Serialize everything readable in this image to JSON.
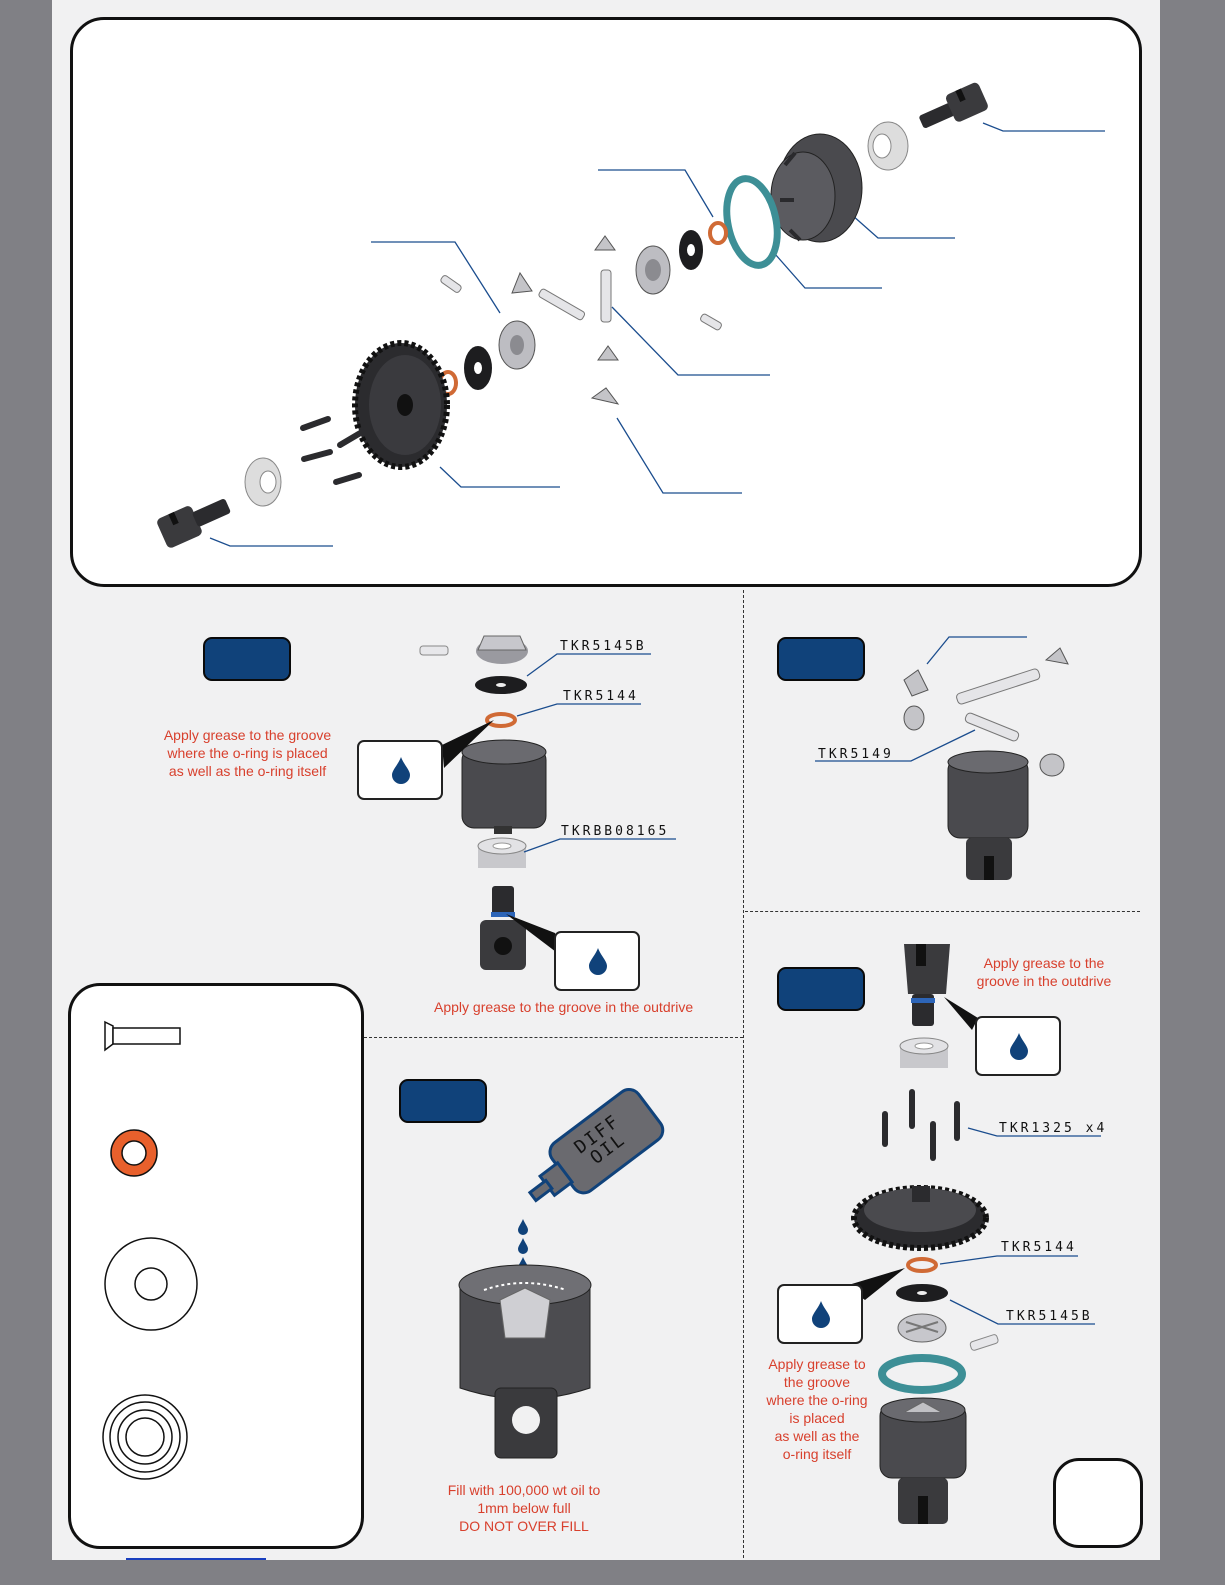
{
  "part_labels": {
    "step1_gear": "TKR5145B",
    "step1_oring": "TKR5144",
    "step1_bearing": "TKRBB08165",
    "step2_shaft": "TKR5149",
    "step4_screws": "TKR1325 x4",
    "step4_oring": "TKR5144",
    "step4_gear": "TKR5145B"
  },
  "notes": {
    "step1_oring": "Apply grease to the groove\nwhere the o-ring is placed\nas well as the o-ring itself",
    "step1_outdrive": "Apply grease to the groove in the outdrive",
    "step3_fill": "Fill with 100,000 wt oil to\n1mm below full\nDO NOT OVER FILL",
    "step4_outdrive": "Apply grease to the\ngroove in the outdrive",
    "step4_oring": "Apply grease to\nthe groove\nwhere the o-ring\nis placed\nas well as the\no-ring itself"
  },
  "bottle_text": "DIFF\nOIL",
  "icons": {
    "grease_drop": "grease-drop-icon",
    "legend_screw": "countersunk-screw-icon",
    "legend_oring": "o-ring-icon",
    "legend_washer": "washer-icon",
    "legend_bearing": "ball-bearing-icon"
  },
  "colors": {
    "step_badge": "#10427a",
    "note_text": "#d8402d",
    "leader_line": "#1b4d8e",
    "oring": "#e8602c",
    "gasket": "#3d8f96"
  }
}
